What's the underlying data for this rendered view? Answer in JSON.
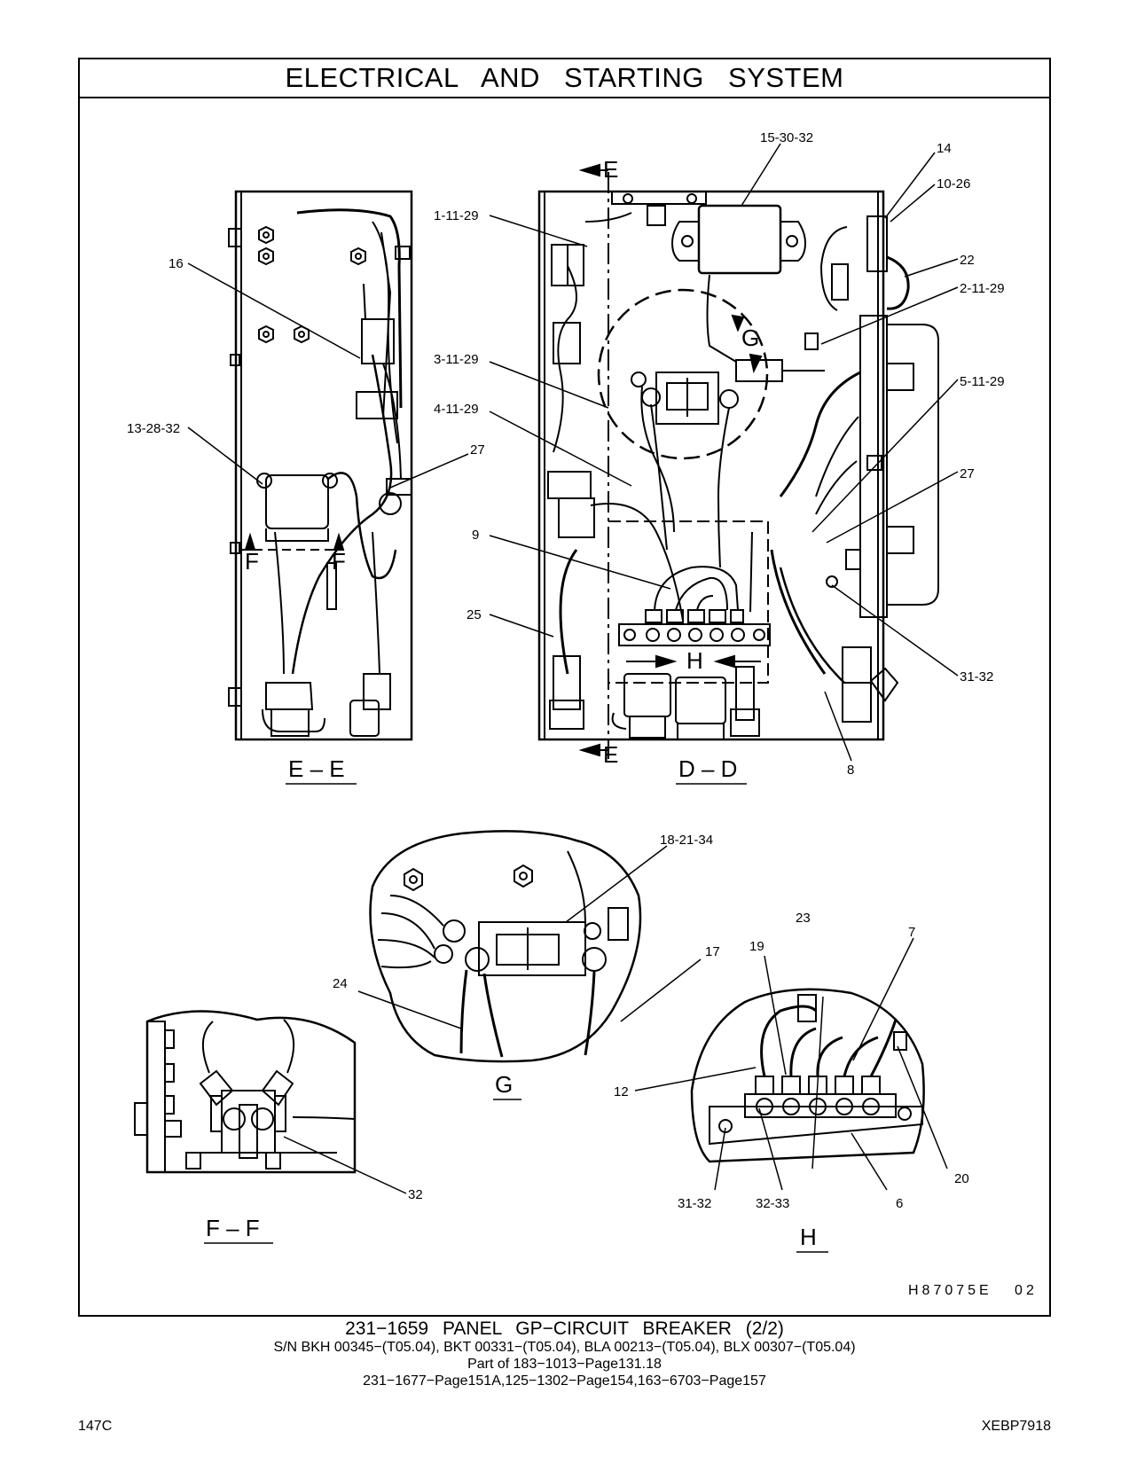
{
  "header": {
    "title": "ELECTRICAL AND STARTING SYSTEM"
  },
  "views": {
    "ee": "E – E",
    "dd": "D – D",
    "g": "G",
    "ff": "F – F",
    "h": "H"
  },
  "section_marks": {
    "e": "E",
    "f": "F",
    "g": "G",
    "h": "H"
  },
  "callouts": {
    "c16": "16",
    "c13_28_32": "13-28-32",
    "c27": "27",
    "c1_11_29": "1-11-29",
    "c3_11_29": "3-11-29",
    "c4_11_29": "4-11-29",
    "c9": "9",
    "c25": "25",
    "c15_30_32": "15-30-32",
    "c14": "14",
    "c10_26": "10-26",
    "c22": "22",
    "c2_11_29": "2-11-29",
    "c5_11_29": "5-11-29",
    "c31_32": "31-32",
    "c8": "8",
    "c18_21_34": "18-21-34",
    "c17": "17",
    "c24": "24",
    "c32": "32",
    "c23": "23",
    "c7": "7",
    "c19": "19",
    "c12": "12",
    "c20": "20",
    "c32_33": "32-33",
    "c6": "6"
  },
  "drawing_id": "H87075E   02",
  "caption": {
    "title": "231−1659  PANEL  GP−CIRCUIT  BREAKER (2/2)",
    "serials": "S/N BKH 00345−(T05.04), BKT 00331−(T05.04), BLA 00213−(T05.04), BLX 00307−(T05.04)",
    "part_of": "Part of 183−1013−Page131.18",
    "refs": "231−1677−Page151A,125−1302−Page154,163−6703−Page157"
  },
  "footer": {
    "page": "147C",
    "doc": "XEBP7918"
  }
}
